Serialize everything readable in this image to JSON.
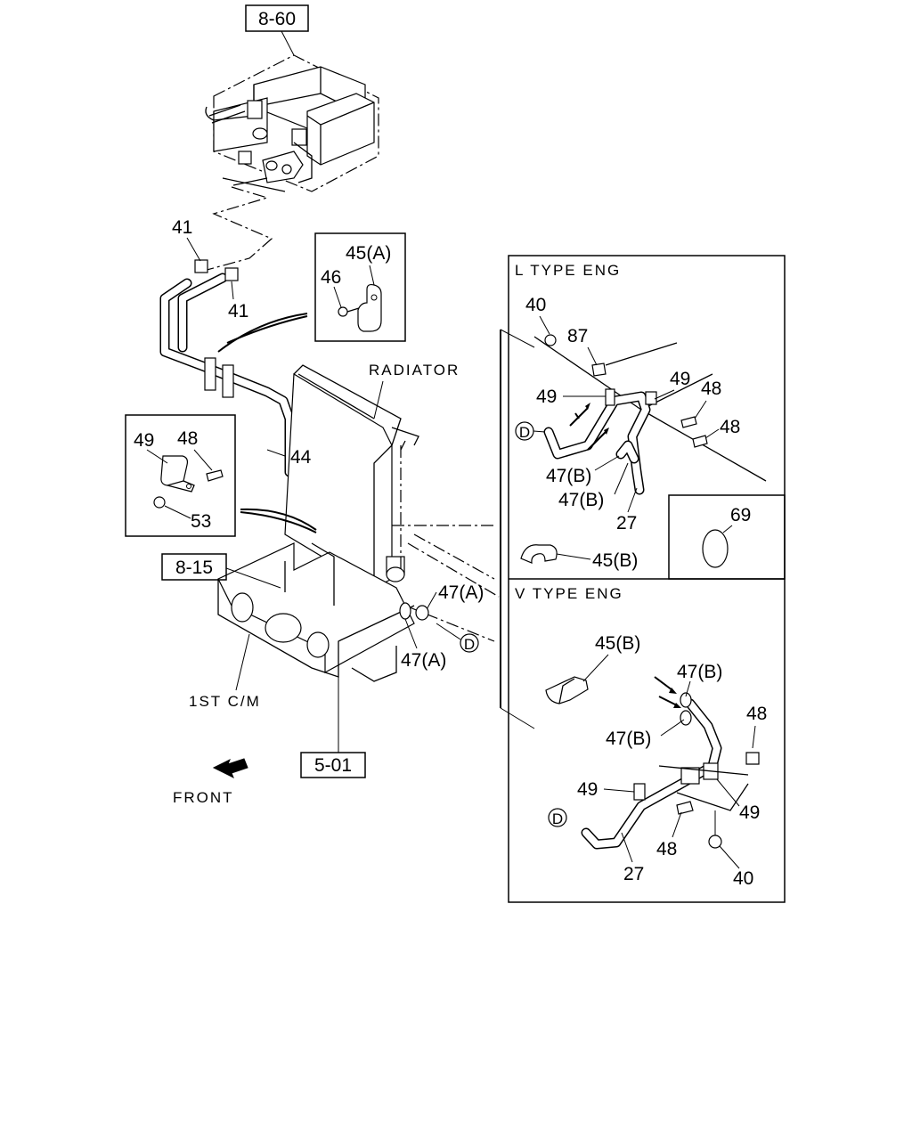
{
  "refs": {
    "r860": "8-60",
    "r815": "8-15",
    "r501": "5-01"
  },
  "labels": {
    "radiator": "RADIATOR",
    "first_cm": "1ST C/M",
    "front": "FRONT",
    "l_type": "L TYPE ENG",
    "v_type": "V TYPE ENG",
    "d_marker": "D"
  },
  "main_callouts": {
    "p41_top": "41",
    "p41_bot": "41",
    "p45a": "45(A)",
    "p46": "46",
    "p44": "44",
    "p49": "49",
    "p48": "48",
    "p53": "53",
    "p47a_right": "47(A)",
    "p47a_bot": "47(A)"
  },
  "l_type_callouts": {
    "p40": "40",
    "p87": "87",
    "p49a": "49",
    "p49b": "49",
    "p48a": "48",
    "p48b": "48",
    "p47b_a": "47(B)",
    "p47b_b": "47(B)",
    "p27": "27",
    "p45b": "45(B)",
    "p69": "69"
  },
  "v_type_callouts": {
    "p45b": "45(B)",
    "p47b_a": "47(B)",
    "p47b_b": "47(B)",
    "p48a": "48",
    "p49a": "49",
    "p49b": "49",
    "p48b": "48",
    "p27": "27",
    "p40": "40"
  }
}
